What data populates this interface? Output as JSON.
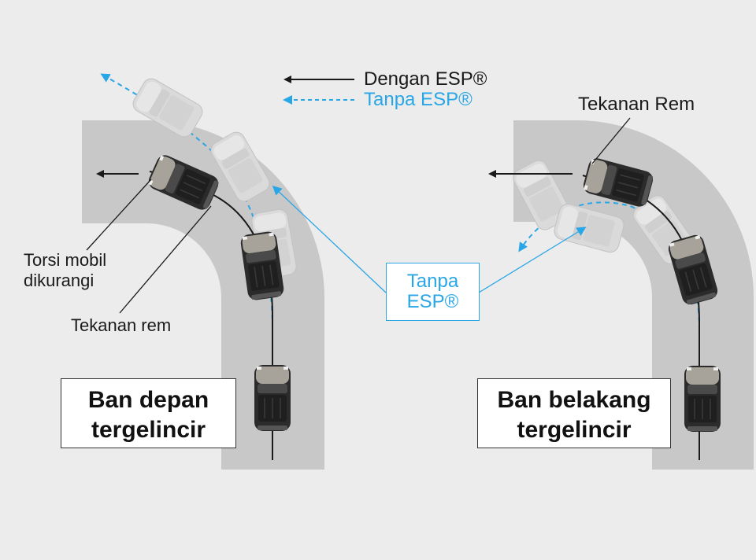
{
  "legend": {
    "with_esp": "Dengan ESP®",
    "without_esp": "Tanpa ESP®"
  },
  "left_panel": {
    "torsi_label_line1": "Torsi mobil",
    "torsi_label_line2": "dikurangi",
    "brake_label": "Tekanan rem",
    "title_line1": "Ban depan",
    "title_line2": "tergelincir"
  },
  "right_panel": {
    "brake_label": "Tekanan Rem",
    "title_line1": "Ban belakang",
    "title_line2": "tergelincir"
  },
  "callout": {
    "line1": "Tanpa",
    "line2": "ESP®"
  },
  "colors": {
    "background": "#ececec",
    "road": "#c8c8c8",
    "accent_blue": "#29a6e6",
    "car_body": "#2b2b2b",
    "ghost_car": "#d9d9d9"
  }
}
